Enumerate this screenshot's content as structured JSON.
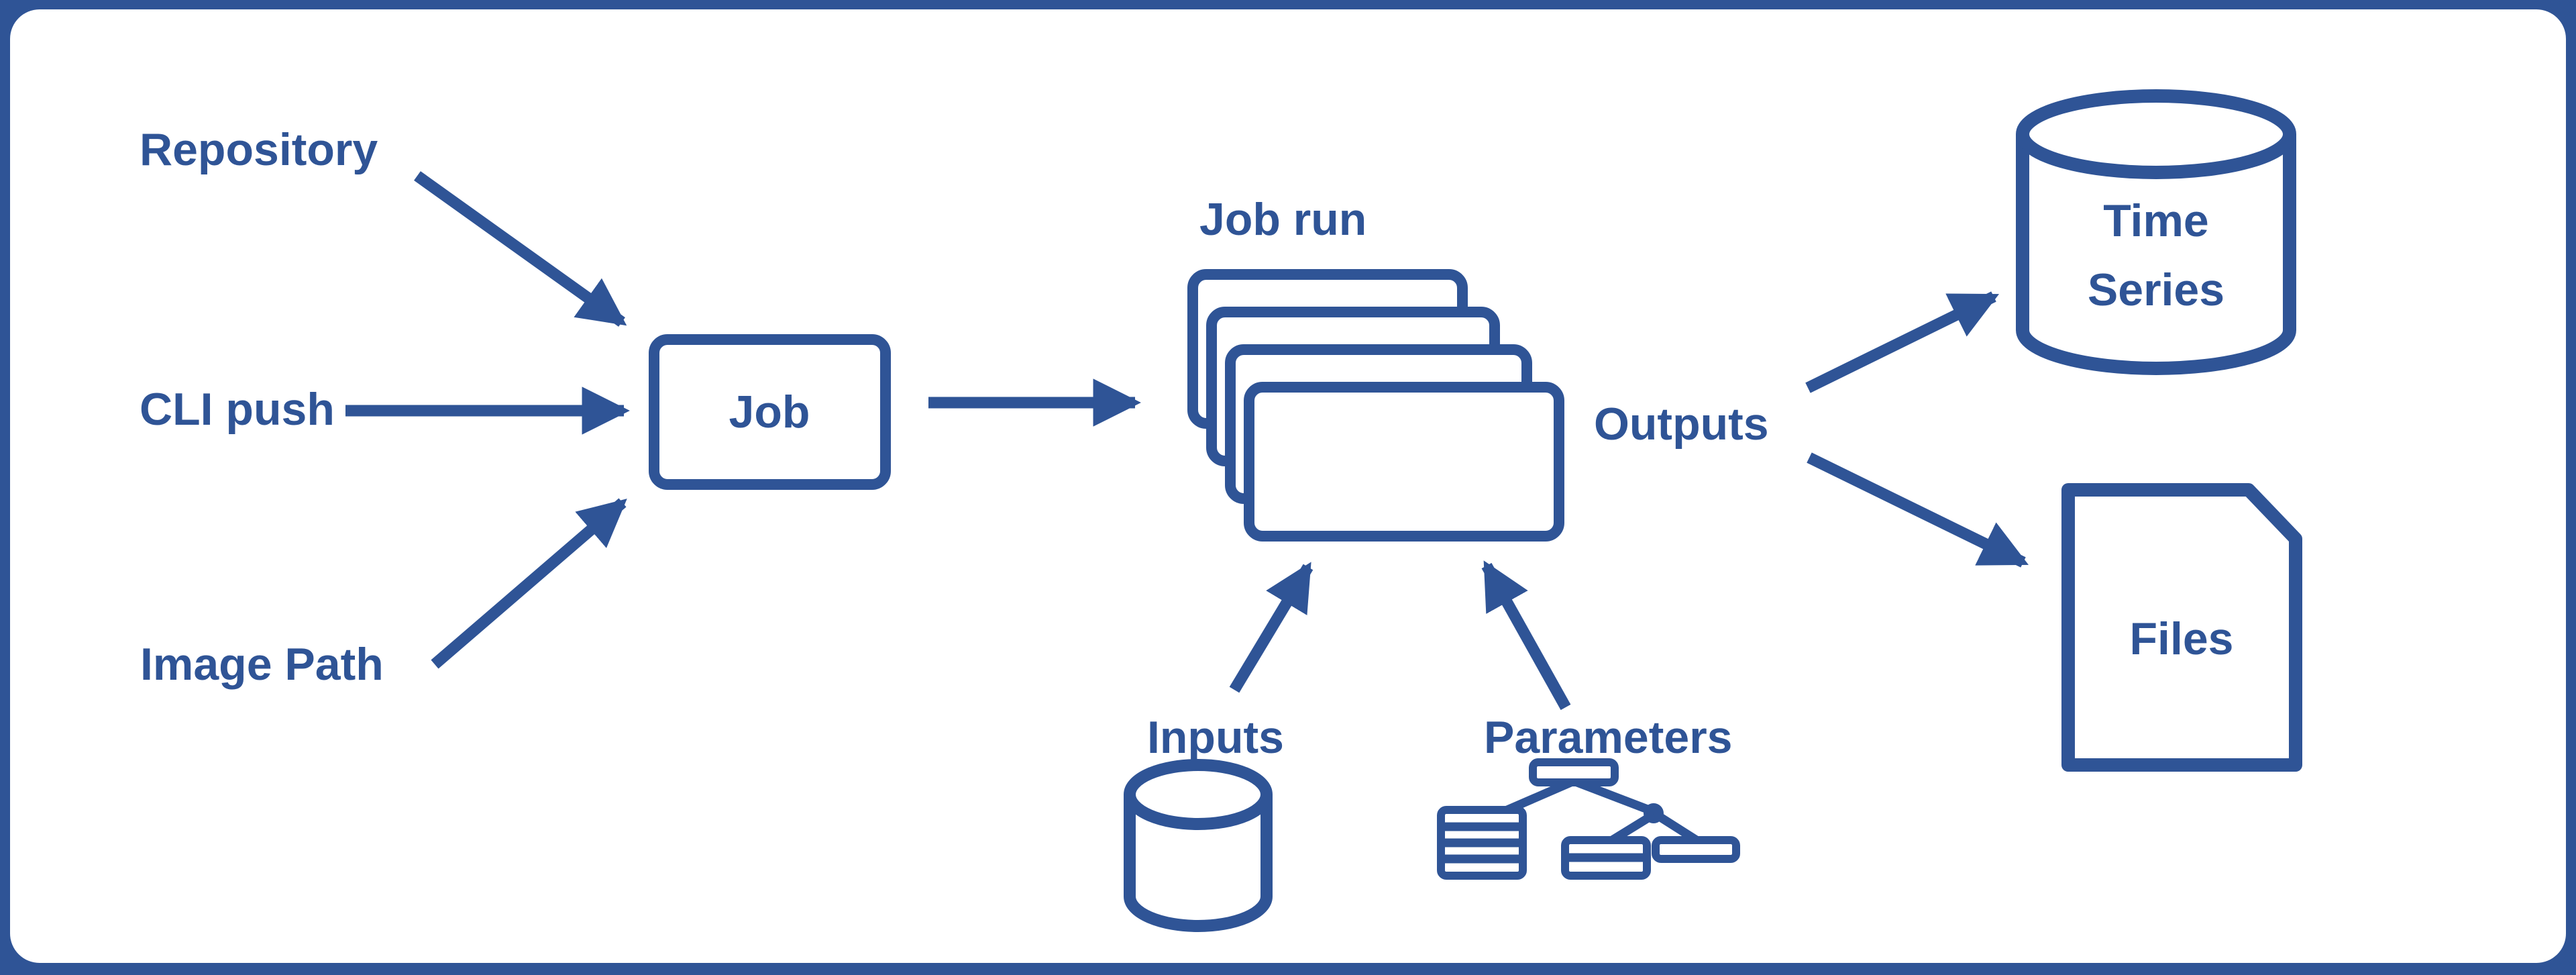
{
  "colors": {
    "primary": "#2F5496",
    "canvas_background": "#FFFFFF"
  },
  "nodes": {
    "repository": {
      "label": "Repository"
    },
    "cli_push": {
      "label": "CLI push"
    },
    "image_path": {
      "label": "Image Path"
    },
    "job": {
      "label": "Job"
    },
    "job_run": {
      "label": "Job run",
      "stack_count": 4
    },
    "inputs": {
      "label": "Inputs"
    },
    "parameters": {
      "label": "Parameters"
    },
    "outputs": {
      "label": "Outputs"
    },
    "time_series": {
      "label": "Time Series",
      "line1": "Time",
      "line2": "Series"
    },
    "files": {
      "label": "Files"
    }
  },
  "edges": [
    {
      "from": "Repository",
      "to": "Job"
    },
    {
      "from": "CLI push",
      "to": "Job"
    },
    {
      "from": "Image Path",
      "to": "Job"
    },
    {
      "from": "Job",
      "to": "Job run"
    },
    {
      "from": "Inputs",
      "to": "Job run"
    },
    {
      "from": "Parameters",
      "to": "Job run"
    },
    {
      "from": "Outputs",
      "to": "Time Series"
    },
    {
      "from": "Outputs",
      "to": "Files"
    }
  ]
}
